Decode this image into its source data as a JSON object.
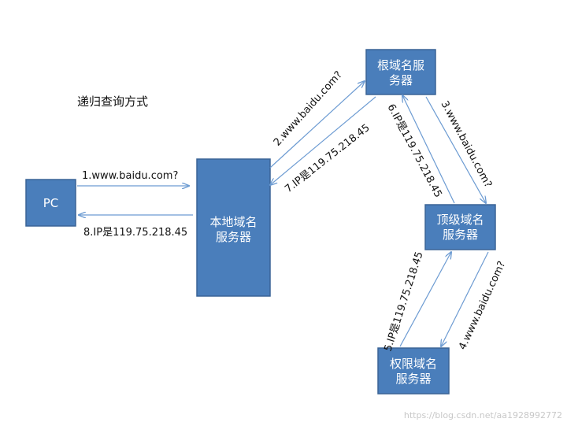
{
  "title": "递归查询方式",
  "nodes": {
    "pc": {
      "label": "PC"
    },
    "local": {
      "line1": "本地域名",
      "line2": "服务器"
    },
    "root": {
      "line1": "根域名服",
      "line2": "务器"
    },
    "tld": {
      "line1": "顶级域名",
      "line2": "服务器"
    },
    "auth": {
      "line1": "权限域名",
      "line2": "服务器"
    }
  },
  "steps": {
    "s1": "1.www.baidu.com?",
    "s2": "2.www.baidu.com?",
    "s3": "3.www.baidu.com?",
    "s4": "4.www.baidu.com?",
    "s5": "5.IP是119.75.218.45",
    "s6": "6.IP是119.75.218.45",
    "s7": "7.IP是119.75.218.45",
    "s8": "8.IP是119.75.218.45"
  },
  "watermark": "https://blog.csdn.net/aa1928992772",
  "colors": {
    "box_fill": "#4a7ebb",
    "arrow": "#6c9bd2"
  }
}
